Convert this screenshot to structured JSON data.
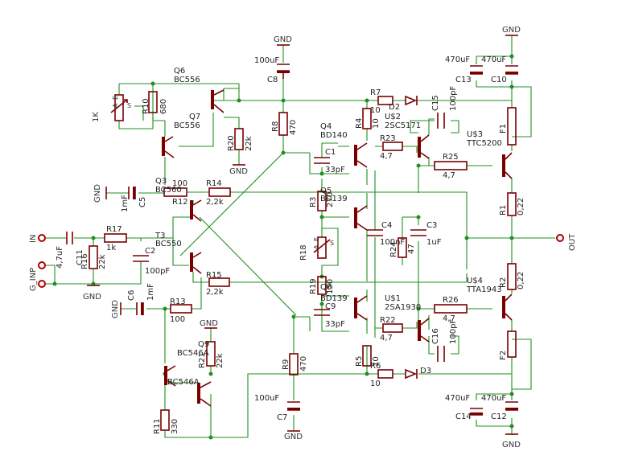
{
  "labels": {
    "gnd": "GND",
    "in": "IN",
    "g_inp": "G_INP",
    "out": "OUT",
    "s": "S",
    "a": "A",
    "e": "E",
    "pot_top": "1K",
    "q6": "Q6",
    "q6v": "BC556",
    "q7": "Q7",
    "q7v": "BC556",
    "q3": "Q3",
    "q3v": "BC560",
    "t3": "T3",
    "t3v": "BC550",
    "q4": "Q4",
    "q4v": "BD140",
    "q5": "Q5",
    "q5v": "BD139",
    "q8": "Q8",
    "q8v": "BD139",
    "q9": "Q9",
    "q9v": "BC546A",
    "q10v": "BC546A",
    "u2": "U$2",
    "u2v": "2SC5171",
    "u1": "U$1",
    "u1v": "2SA1930",
    "u3": "U$3",
    "u3v": "TTC5200",
    "u4": "U$4",
    "u4v": "TTA1943",
    "r10": "R10",
    "r10v": "680",
    "r20": "R20",
    "r20v": "22k",
    "r8": "R8",
    "r8v": "470",
    "r9": "R9",
    "r9v": "470",
    "r4": "R4",
    "r4v": "10",
    "r5": "R5",
    "r5v": "10",
    "r7": "R7",
    "r7v": "10",
    "r6": "R6",
    "r6v": "10",
    "r12": "R12",
    "r12v": "100",
    "r13": "R13",
    "r13v": "100",
    "r14": "R14",
    "r14v": "2,2k",
    "r15": "R15",
    "r15v": "2,2k",
    "r17": "R17",
    "r17v": "1k",
    "r16": "R16",
    "r16v": "22k",
    "r18": "R18",
    "r3": "R3",
    "r3v": "270",
    "r19": "R19",
    "r19v": "150",
    "r23": "R23",
    "r23v": "4,7",
    "r22": "R22",
    "r22v": "4,7",
    "r25": "R25",
    "r25v": "4,7",
    "r26": "R26",
    "r26v": "4,7",
    "r24": "R24",
    "r24v": "47",
    "r1": "R1",
    "r1v": "0,22",
    "r2": "R2",
    "r2v": "0,22",
    "r21": "R21",
    "r21v": "22k",
    "r11": "R11",
    "r11v": "330",
    "c8": "C8",
    "c8v": "100uF",
    "c7": "C7",
    "c7v": "100uF",
    "c5": "C5",
    "c5v": "1mF",
    "c6": "C6",
    "c6v": "1mF",
    "c1": "C1",
    "c1v": "33pF",
    "c9": "C9",
    "c9v": "33pF",
    "c4": "C4",
    "c4v": "100nF",
    "c3": "C3",
    "c3v": "1uF",
    "c11": "C11",
    "c11v": "4,7uF",
    "c2": "C2",
    "c2v": "100pF",
    "c15": "C15",
    "c15v": "100pF",
    "c16": "C16",
    "c16v": "100pF",
    "c13": "C13",
    "c13v": "470uF",
    "c10": "C10",
    "c10v": "470uF",
    "c14": "C14",
    "c14v": "470uF",
    "c12": "C12",
    "c12v": "470uF",
    "d2": "D2",
    "d3": "D3",
    "f1": "F1",
    "f2": "F2"
  },
  "colors": {
    "wire": "#1f8f1f",
    "part": "#7a0000",
    "text": "#333333",
    "connector": "#b00000"
  }
}
